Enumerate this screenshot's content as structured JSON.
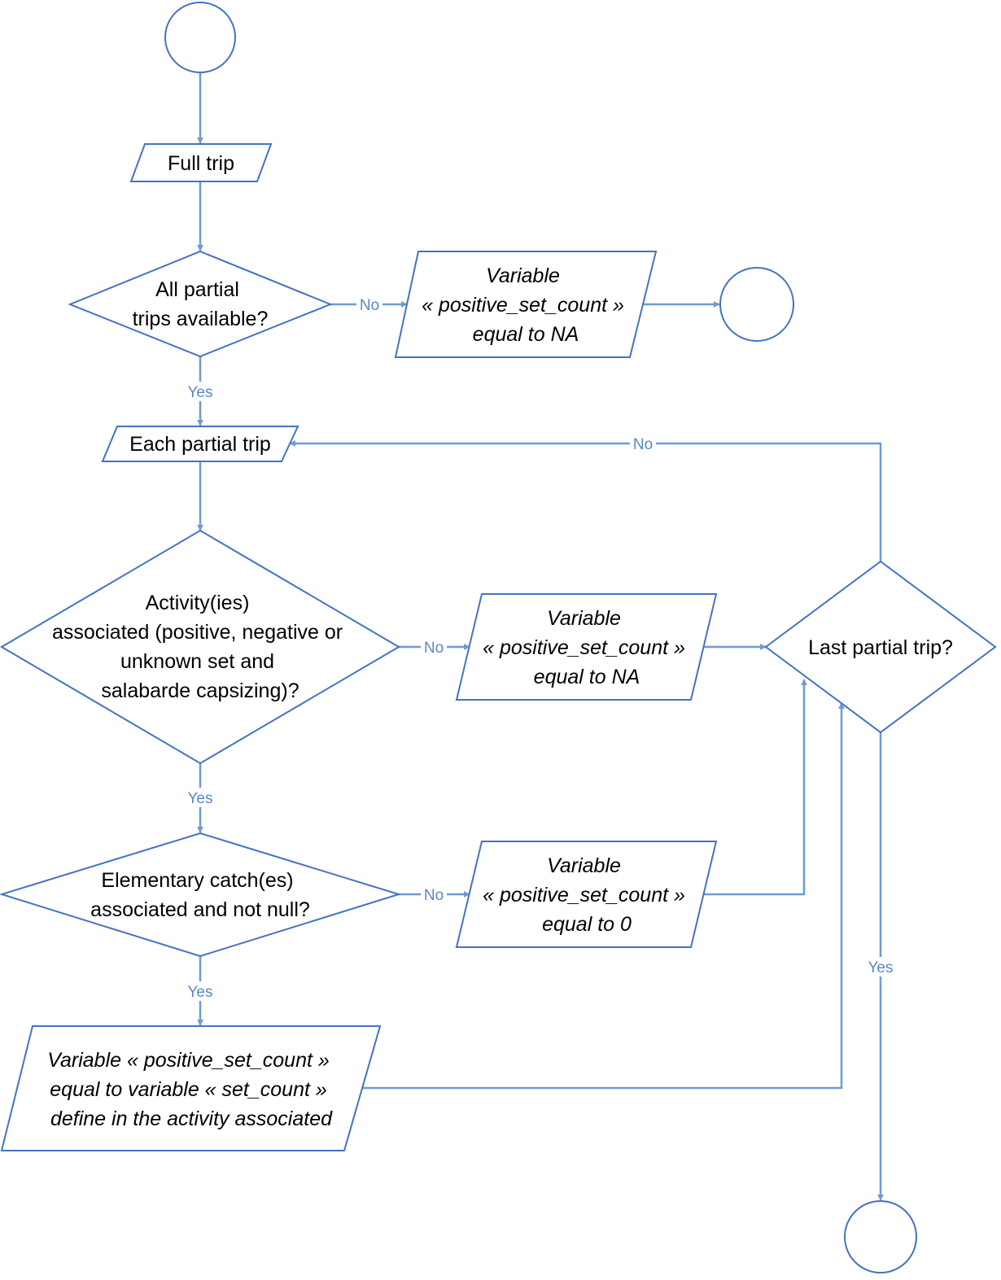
{
  "colors": {
    "stroke": "#4472c4",
    "connector": "#6f9ad3",
    "edge_label": "#5b87c5"
  },
  "nodes": {
    "full_trip": {
      "lines": [
        "Full trip"
      ]
    },
    "all_partial": {
      "lines": [
        "All partial",
        "trips available?"
      ]
    },
    "na_top": {
      "lines": [
        "Variable",
        "« positive_set_count »",
        "equal to NA"
      ]
    },
    "each_partial": {
      "lines": [
        "Each partial trip"
      ]
    },
    "activity": {
      "lines": [
        "Activity(ies)",
        "associated (positive, negative or",
        "unknown set and",
        "salabarde capsizing)?"
      ]
    },
    "na_mid": {
      "lines": [
        "Variable",
        "« positive_set_count »",
        "equal to NA"
      ]
    },
    "last_partial": {
      "lines": [
        "Last partial trip?"
      ]
    },
    "elementary": {
      "lines": [
        "Elementary catch(es)",
        "associated and not null?"
      ]
    },
    "zero": {
      "lines": [
        "Variable",
        "« positive_set_count »",
        "equal to 0"
      ]
    },
    "set_count": {
      "lines": [
        "Variable « positive_set_count »",
        "equal to variable « set_count »",
        "define in the activity associated"
      ]
    }
  },
  "edge_labels": {
    "all_partial_no": "No",
    "all_partial_yes": "Yes",
    "last_no": "No",
    "activity_no": "No",
    "activity_yes": "Yes",
    "elementary_no": "No",
    "elementary_yes": "Yes",
    "last_yes": "Yes"
  }
}
